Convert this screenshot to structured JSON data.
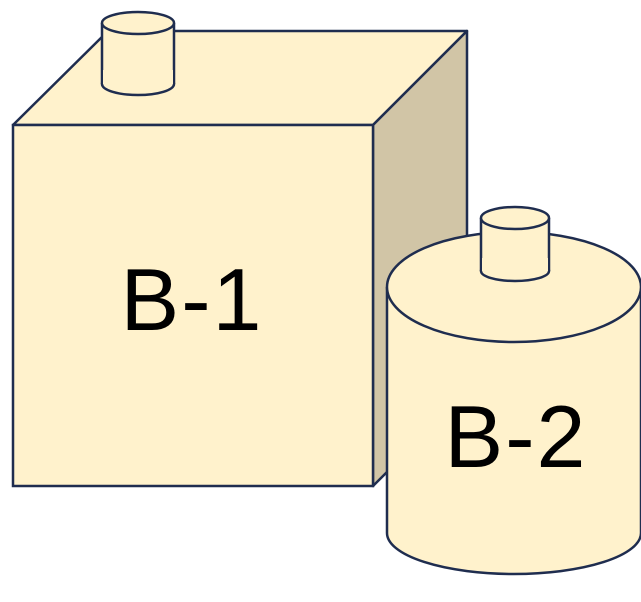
{
  "containers": [
    {
      "id": "B-1",
      "label": "B-1",
      "shape": "box-with-cap"
    },
    {
      "id": "B-2",
      "label": "B-2",
      "shape": "cylinder-with-cap"
    }
  ],
  "colors": {
    "fill": "#FFF2CC",
    "side_shade": "#D1C5A6",
    "outline": "#1F2D4F",
    "text": "#000000"
  }
}
